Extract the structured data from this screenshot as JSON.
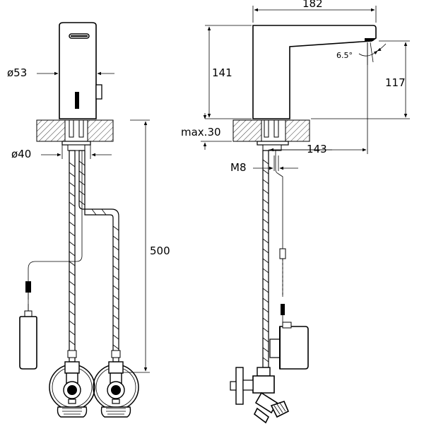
{
  "front_view": {
    "dim_body_diameter": "ø53",
    "dim_nut_diameter": "ø40",
    "dim_hose_length": "500"
  },
  "side_view": {
    "dim_spout_length": "182",
    "dim_body_height": "141",
    "dim_spout_height": "117",
    "dim_angle": "6.5°",
    "dim_max_counter_thickness": "max.30",
    "dim_reach": "143",
    "dim_thread": "M8"
  }
}
